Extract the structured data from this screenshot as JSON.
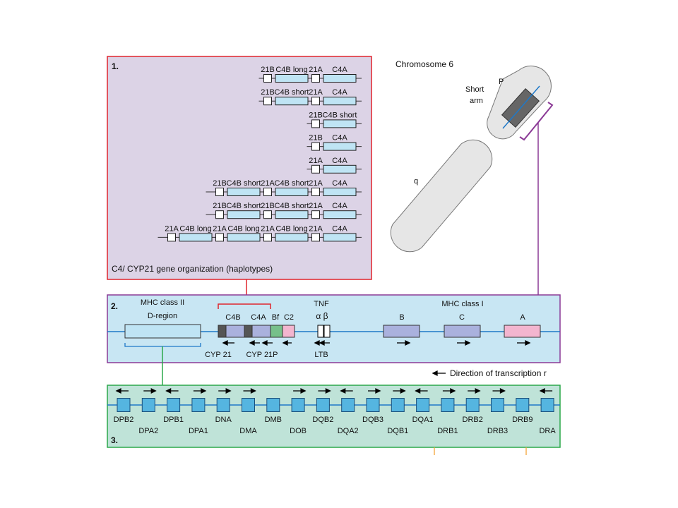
{
  "panel1": {
    "number": "1.",
    "caption": "C4/ CYP21 gene organization (haplotypes)",
    "haplotypes": [
      [
        {
          "type": "cyp",
          "label": "21B"
        },
        {
          "type": "c4",
          "label": "C4B long"
        },
        {
          "type": "cyp",
          "label": "21A"
        },
        {
          "type": "c4",
          "label": "C4A"
        }
      ],
      [
        {
          "type": "cyp",
          "label": "21B"
        },
        {
          "type": "c4",
          "label": "C4B short"
        },
        {
          "type": "cyp",
          "label": "21A"
        },
        {
          "type": "c4",
          "label": "C4A"
        }
      ],
      [
        {
          "type": "cyp",
          "label": "21B"
        },
        {
          "type": "c4",
          "label": "C4B short"
        }
      ],
      [
        {
          "type": "cyp",
          "label": "21B"
        },
        {
          "type": "c4",
          "label": "C4A"
        }
      ],
      [
        {
          "type": "cyp",
          "label": "21A"
        },
        {
          "type": "c4",
          "label": "C4A"
        }
      ],
      [
        {
          "type": "cyp",
          "label": "21B"
        },
        {
          "type": "c4",
          "label": "C4B short"
        },
        {
          "type": "cyp",
          "label": "21A"
        },
        {
          "type": "c4",
          "label": "C4B short"
        },
        {
          "type": "cyp",
          "label": "21A"
        },
        {
          "type": "c4",
          "label": "C4A"
        }
      ],
      [
        {
          "type": "cyp",
          "label": "21B"
        },
        {
          "type": "c4",
          "label": "C4B short"
        },
        {
          "type": "cyp",
          "label": "21B"
        },
        {
          "type": "c4",
          "label": "C4B short"
        },
        {
          "type": "cyp",
          "label": "21A"
        },
        {
          "type": "c4",
          "label": "C4A"
        }
      ],
      [
        {
          "type": "cyp",
          "label": "21A"
        },
        {
          "type": "c4",
          "label": "C4B long"
        },
        {
          "type": "cyp",
          "label": "21A"
        },
        {
          "type": "c4",
          "label": "C4B long"
        },
        {
          "type": "cyp",
          "label": "21A"
        },
        {
          "type": "c4",
          "label": "C4B long"
        },
        {
          "type": "cyp",
          "label": "21A"
        },
        {
          "type": "c4",
          "label": "C4A"
        }
      ]
    ]
  },
  "chromosome": {
    "title": "Chromosome 6",
    "short_arm_label": [
      "Short",
      "arm"
    ],
    "p_label": "P",
    "q_label": "q"
  },
  "panel2": {
    "number": "2.",
    "class2_label": [
      "MHC class II",
      "D-region"
    ],
    "class1_label": "MHC class I",
    "c4b": "C4B",
    "c4a": "C4A",
    "bf": "Bf",
    "c2": "C2",
    "tnf": "TNF",
    "alpha_beta": "α β",
    "cyp21": "CYP 21",
    "cyp21p": "CYP 21P",
    "ltb": "LTB",
    "gene_b": "B",
    "gene_c": "C",
    "gene_a": "A"
  },
  "legend": {
    "transcription": "Direction of transcription r"
  },
  "panel3": {
    "number": "3.",
    "genes": [
      {
        "name": "DPB2",
        "arrow": "left"
      },
      {
        "name": "DPA2",
        "arrow": "right"
      },
      {
        "name": "DPB1",
        "arrow": "left"
      },
      {
        "name": "DPA1",
        "arrow": "right"
      },
      {
        "name": "DNA",
        "arrow": "right"
      },
      {
        "name": "DMA",
        "arrow": "right"
      },
      {
        "name": "DMB",
        "arrow": "none"
      },
      {
        "name": "DOB",
        "arrow": "right"
      },
      {
        "name": "DQB2",
        "arrow": "right"
      },
      {
        "name": "DQA2",
        "arrow": "left"
      },
      {
        "name": "DQB3",
        "arrow": "right"
      },
      {
        "name": "DQB1",
        "arrow": "right"
      },
      {
        "name": "DQA1",
        "arrow": "left"
      },
      {
        "name": "DRB1",
        "arrow": "right"
      },
      {
        "name": "DRB2",
        "arrow": "right"
      },
      {
        "name": "DRB3",
        "arrow": "right"
      },
      {
        "name": "DRB9",
        "arrow": "none"
      },
      {
        "name": "DRA",
        "arrow": "left"
      }
    ]
  },
  "colors": {
    "panel1_bg": "#dcd3e6",
    "panel1_border": "#e0252d",
    "panel2_bg": "#c8e6f3",
    "panel2_border": "#8b3a96",
    "panel3_bg": "#bfe3d8",
    "panel3_border": "#2ba84a",
    "gene_light_blue": "#bfe4f4",
    "gene_blue": "#55b5e0",
    "gene_lavender": "#aab1dd",
    "gene_pink": "#f3b5cf",
    "gene_green": "#77c08a",
    "chromosome_fill": "#e6e6e6",
    "centromere_box": "#666666",
    "connector_purple": "#8b3a96",
    "connector_orange": "#f3a339"
  }
}
